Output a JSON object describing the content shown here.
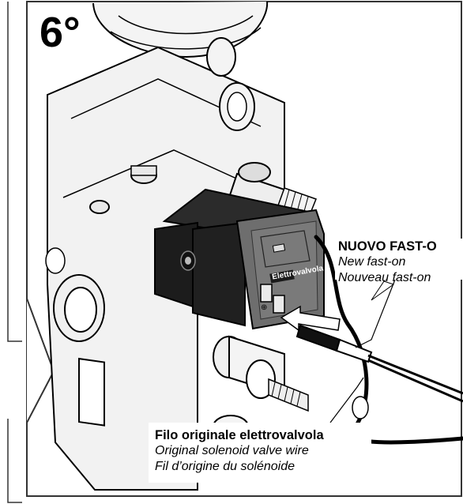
{
  "step": {
    "number": "6°"
  },
  "callouts": {
    "new_fast_on": {
      "title": "NUOVO FAST-O",
      "lines": [
        "New fast-on",
        "Nouveau fast-on"
      ]
    },
    "original_wire": {
      "title": "Filo originale elettrovalvola",
      "lines": [
        "Original solenoid valve wire",
        "Fil d’origine du solénoide"
      ]
    }
  },
  "component_label": "Elettrovalvola",
  "colors": {
    "ink": "#000000",
    "paper": "#ffffff",
    "panel_gray": "#6e6e6e",
    "body_dark": "#1c1c1c"
  },
  "icons": {
    "step_badge": "step-number-badge"
  }
}
